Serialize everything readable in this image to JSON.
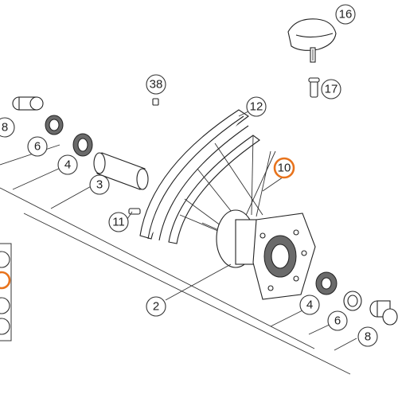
{
  "callouts": [
    {
      "id": "c16",
      "label": "16",
      "highlight": false
    },
    {
      "id": "c17",
      "label": "17",
      "highlight": false
    },
    {
      "id": "c38",
      "label": "38",
      "highlight": false
    },
    {
      "id": "c12",
      "label": "12",
      "highlight": false
    },
    {
      "id": "c10",
      "label": "10",
      "highlight": true
    },
    {
      "id": "c8a",
      "label": "8",
      "highlight": false
    },
    {
      "id": "c6a",
      "label": "6",
      "highlight": false
    },
    {
      "id": "c4a",
      "label": "4",
      "highlight": false
    },
    {
      "id": "c3",
      "label": "3",
      "highlight": false
    },
    {
      "id": "c11",
      "label": "11",
      "highlight": false
    },
    {
      "id": "c2",
      "label": "2",
      "highlight": false
    },
    {
      "id": "c4b",
      "label": "4",
      "highlight": false
    },
    {
      "id": "c6b",
      "label": "6",
      "highlight": false
    },
    {
      "id": "c8b",
      "label": "8",
      "highlight": false
    }
  ],
  "colors": {
    "highlight": "#e8731c",
    "line": "#333333"
  }
}
